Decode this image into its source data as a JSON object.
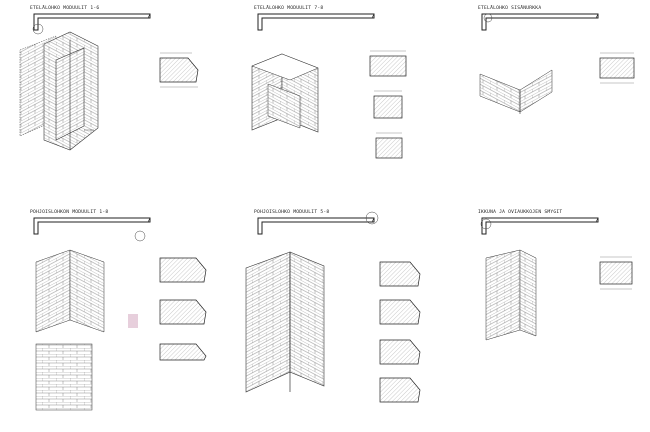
{
  "panels": [
    {
      "title": "ETELÄLOHKO MODUULIT 1-6"
    },
    {
      "title": "ETELÄLOHKO MODUULIT 7-8"
    },
    {
      "title": "ETELÄLOHKO SISÄNURKKA"
    },
    {
      "title": "POHJOISLOHKON MODUULIT 1-8"
    },
    {
      "title": "POHJOISLOHKO MODUULIT 5-8"
    },
    {
      "title": "IKKUNA JA OVIAUKKOJEN SMYGIT"
    }
  ]
}
